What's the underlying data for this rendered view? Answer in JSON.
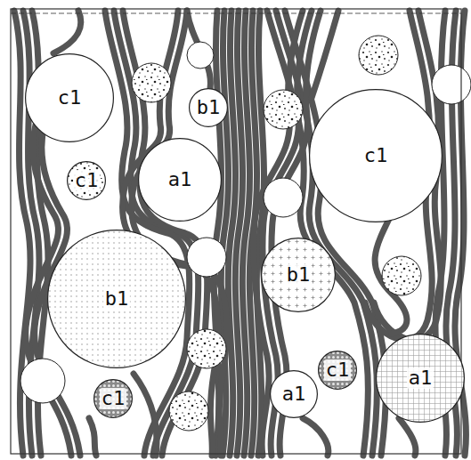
{
  "diagram": {
    "nodes": [
      {
        "text": [
          "c1"
        ]
      },
      {
        "text": [
          "b1"
        ]
      },
      {
        "text": [
          "c1"
        ]
      },
      {
        "text": [
          "c1"
        ]
      },
      {
        "text": [
          "a1"
        ]
      },
      {
        "text": [
          "b1"
        ]
      },
      {
        "text": [
          "b1"
        ]
      },
      {
        "text": [
          "c1"
        ]
      },
      {
        "text": [
          "a1"
        ]
      },
      {
        "text": [
          "a1"
        ]
      },
      {
        "text": [
          "c1"
        ]
      }
    ]
  }
}
